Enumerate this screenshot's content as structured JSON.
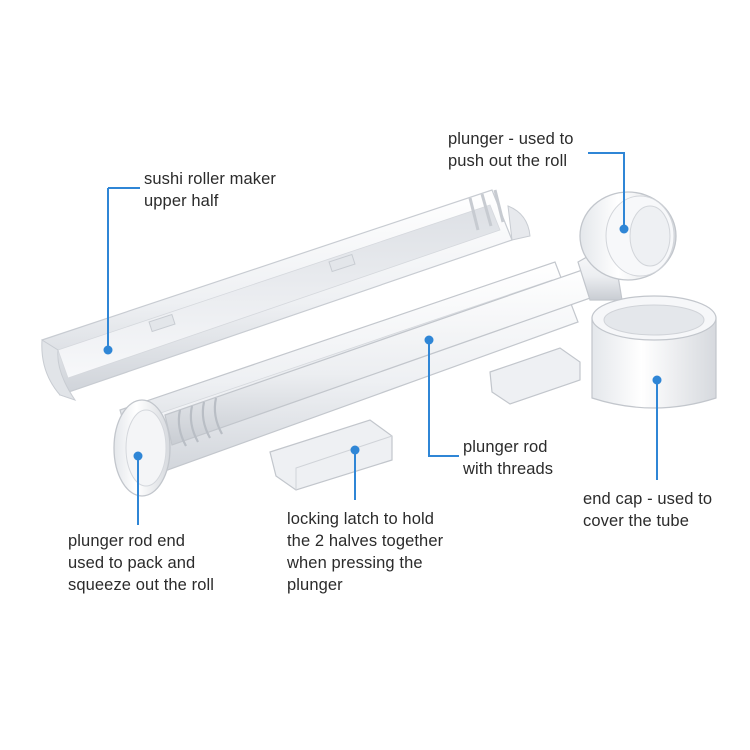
{
  "callouts": {
    "upper_half": {
      "lines": [
        "sushi roller maker",
        "upper half"
      ]
    },
    "plunger": {
      "lines": [
        "plunger - used to",
        "push out the roll"
      ]
    },
    "plunger_rod": {
      "lines": [
        "plunger rod",
        "with threads"
      ]
    },
    "end_cap": {
      "lines": [
        "end cap - used to",
        "cover the tube"
      ]
    },
    "rod_end": {
      "lines": [
        "plunger rod end",
        "used to pack and",
        "squeeze out the roll"
      ]
    },
    "latch": {
      "lines": [
        "locking latch to hold",
        "the 2 halves together",
        "when pressing the",
        "plunger"
      ]
    }
  },
  "colors": {
    "leader": "#2f86d6",
    "text": "#2b2b2b",
    "plastic": "#f3f4f6",
    "plastic_shade": "#d9dce1"
  },
  "icons": {
    "product": "sushi-roller-bazooka-illustration"
  }
}
